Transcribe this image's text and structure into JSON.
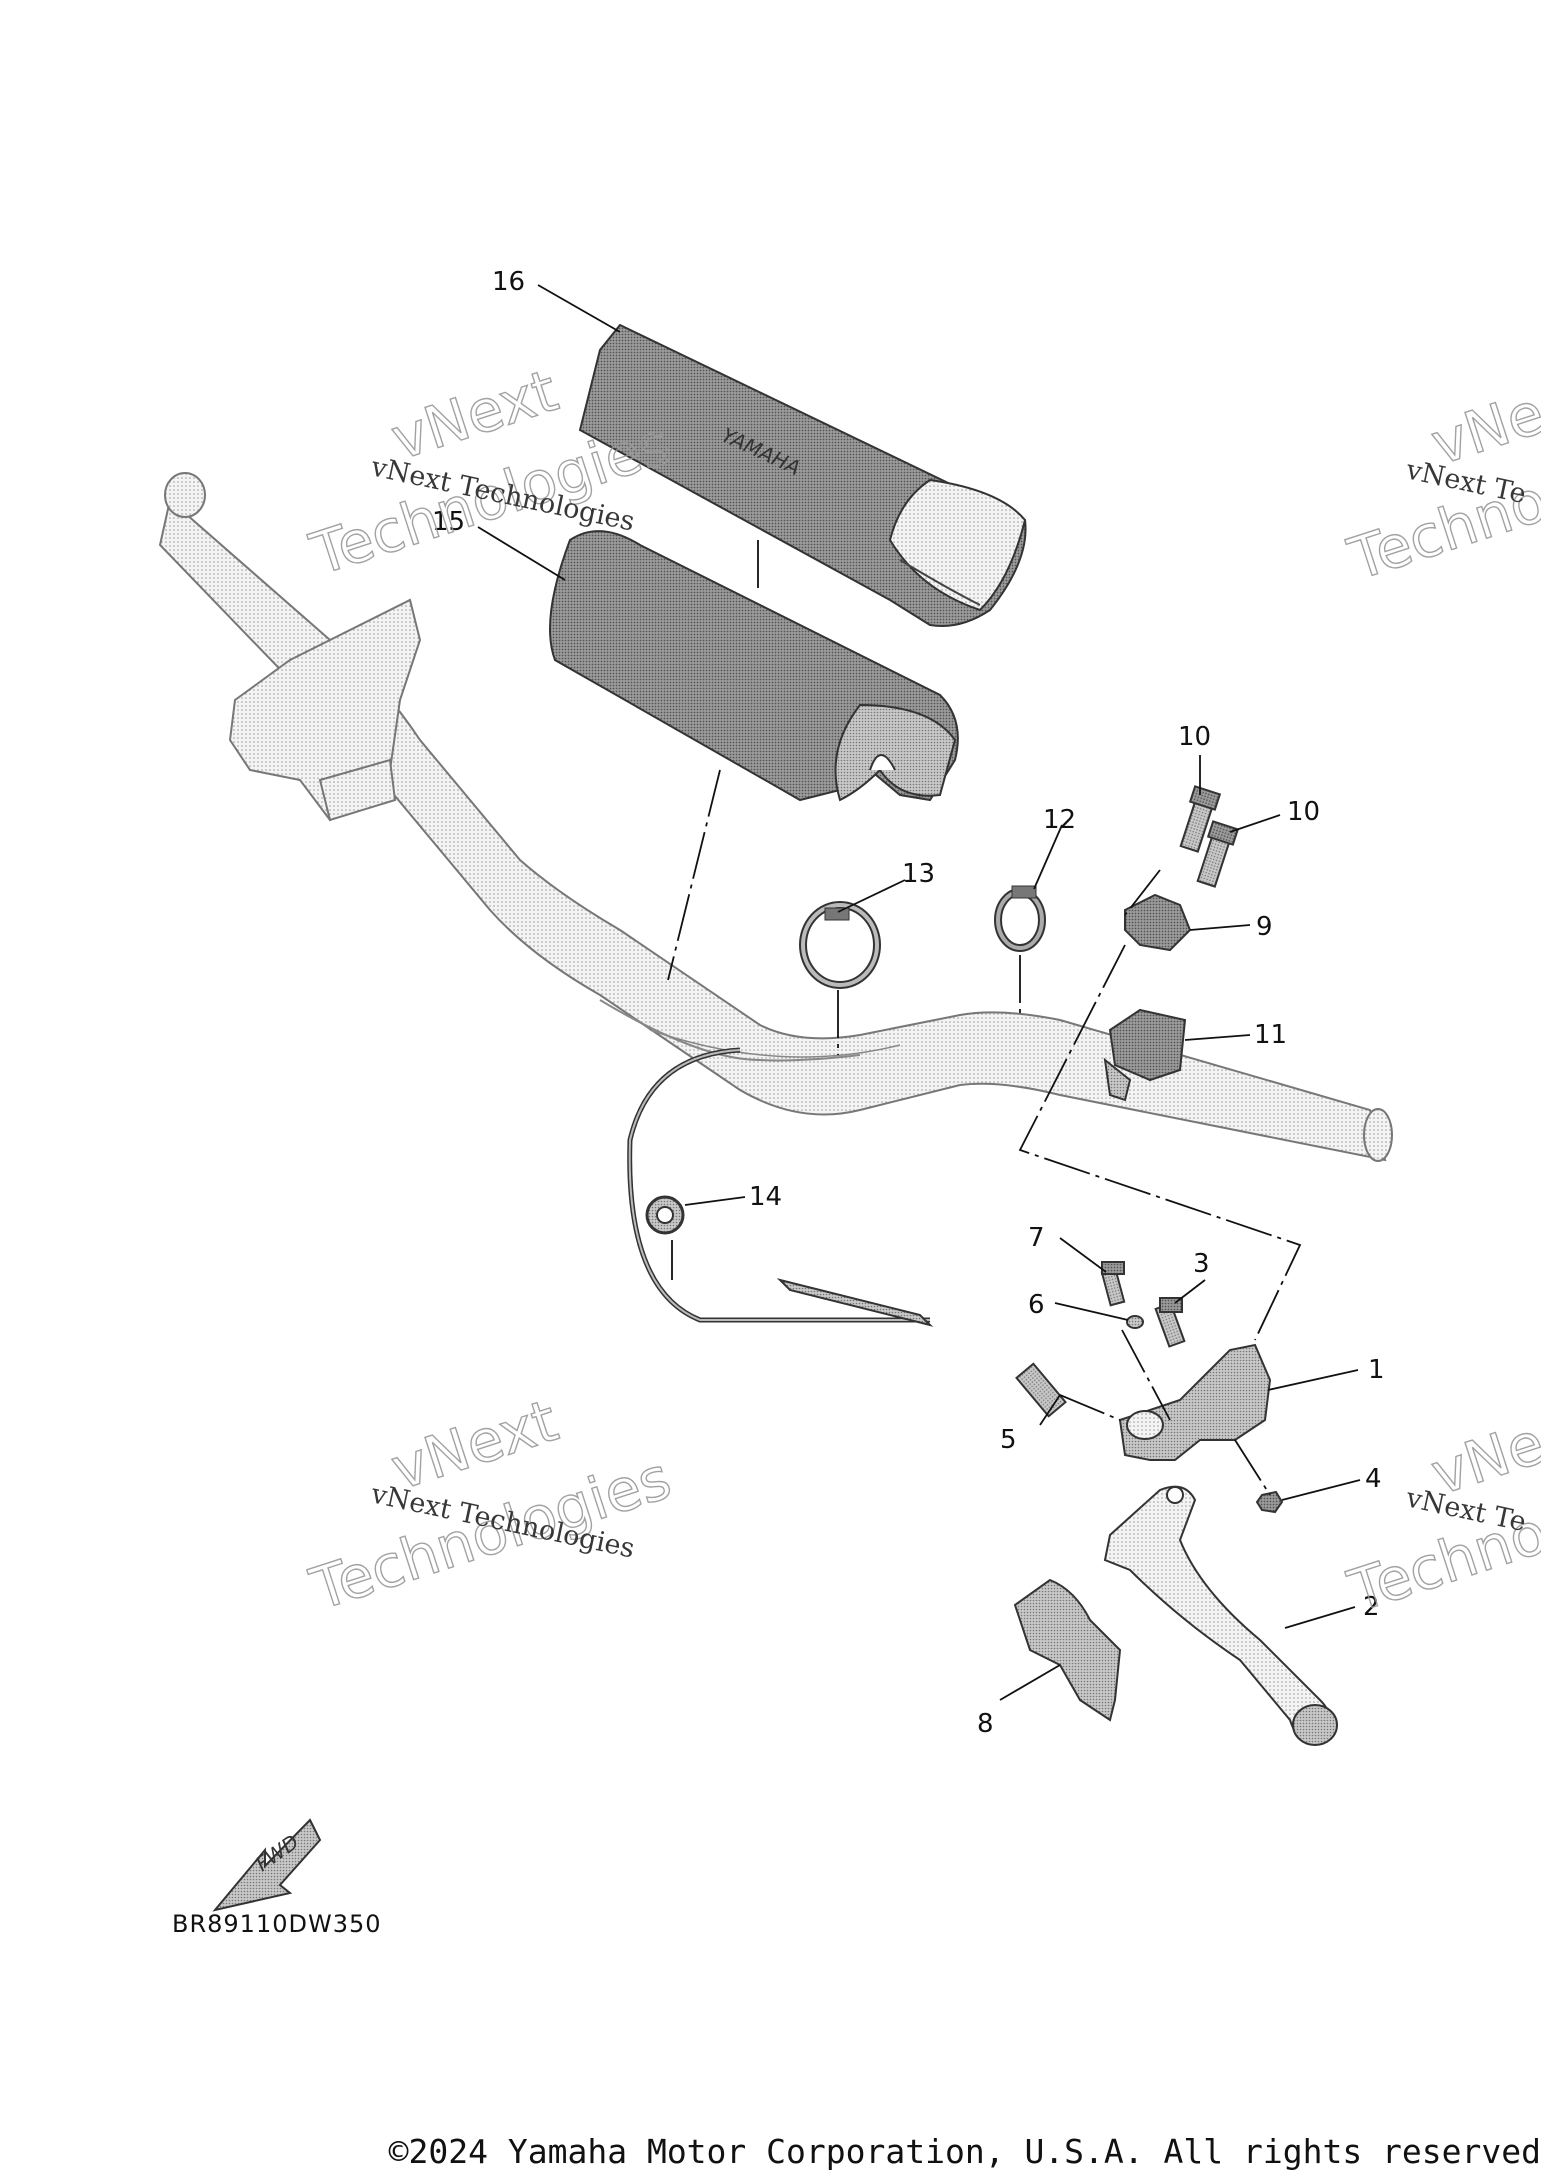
{
  "diagram": {
    "parts": [
      {
        "id": "1",
        "label": "1"
      },
      {
        "id": "2",
        "label": "2"
      },
      {
        "id": "3",
        "label": "3"
      },
      {
        "id": "4",
        "label": "4"
      },
      {
        "id": "5",
        "label": "5"
      },
      {
        "id": "6",
        "label": "6"
      },
      {
        "id": "7",
        "label": "7"
      },
      {
        "id": "8",
        "label": "8"
      },
      {
        "id": "9",
        "label": "9"
      },
      {
        "id": "10a",
        "label": "10"
      },
      {
        "id": "10b",
        "label": "10"
      },
      {
        "id": "11",
        "label": "11"
      },
      {
        "id": "12",
        "label": "12"
      },
      {
        "id": "13",
        "label": "13"
      },
      {
        "id": "14",
        "label": "14"
      },
      {
        "id": "15",
        "label": "15"
      },
      {
        "id": "16",
        "label": "16"
      }
    ],
    "fwd_label": "FWD",
    "pad_brand": "YAMAHA",
    "diagram_code": "BR89110DW350"
  },
  "watermark": {
    "line1": "vNext Technologies",
    "line2": "vNext",
    "line3": "Technologies",
    "partial1": "vNext Te",
    "partial2": "vNe",
    "partial3": "Techno"
  },
  "copyright": "©2024 Yamaha Motor Corporation, U.S.A. All rights reserved"
}
